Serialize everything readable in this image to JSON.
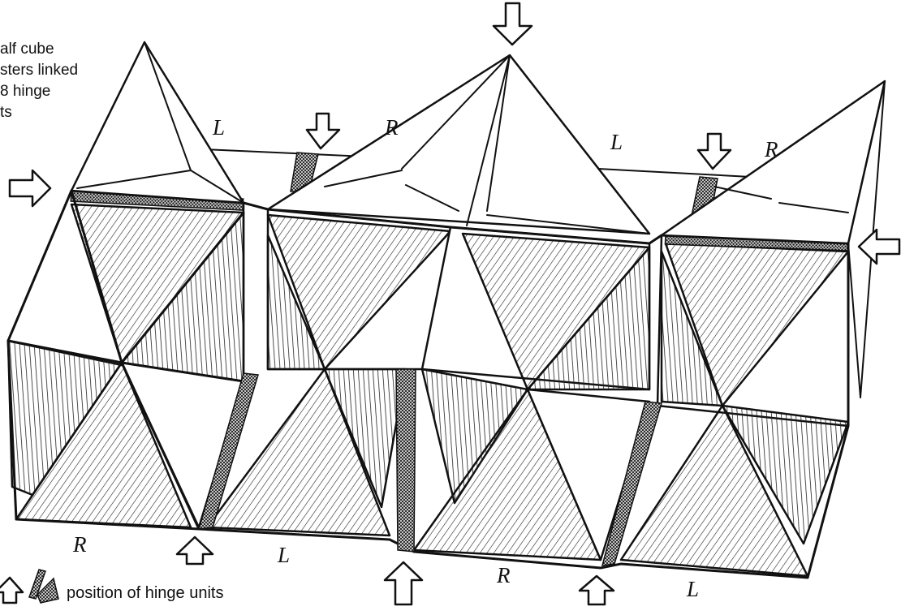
{
  "caption": "alf cube\nsters linked\n8 hinge\nts",
  "legend": {
    "text": "position of hinge units"
  },
  "labels": {
    "top": [
      "L",
      "R",
      "L",
      "R"
    ],
    "bottom": [
      "R",
      "L",
      "R",
      "L"
    ]
  },
  "colors": {
    "ink": "#111111",
    "background": "#ffffff"
  }
}
